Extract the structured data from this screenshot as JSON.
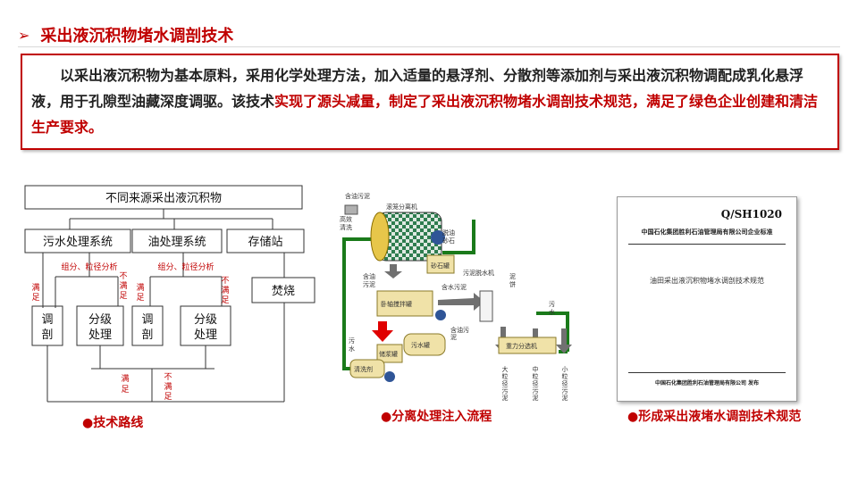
{
  "header": {
    "arrow": "➢",
    "title": "采出液沉积物堵水调剖技术"
  },
  "summary": {
    "text_plain": "以采出液沉积物为基本原料，采用化学处理方法，加入适量的悬浮剂、分散剂等添加剂与采出液沉积物调配成乳化悬浮液，用于孔隙型油藏深度调驱。该技术",
    "text_highlight": "实现了源头减量，制定了采出液沉积物堵水调剖技术规范，满足了绿色企业创建和清洁生产要求。"
  },
  "route": {
    "top_box": "不同来源采出液沉积物",
    "sys1": "污水处理系统",
    "sys2": "油处理系统",
    "sys3": "存储站",
    "analysis1": "组分、粒径分析",
    "analysis2": "组分、粒径分析",
    "satisfy": "满足",
    "not_satisfy": "不满足",
    "tiaopou1": "调剖",
    "grading1": "分级处理",
    "tiaopou2": "调剖",
    "grading2": "分级处理",
    "burn": "焚烧",
    "bottom_satisfy": "满足",
    "bottom_not_satisfy": "不满足",
    "label": "技术路线"
  },
  "flow": {
    "oily_mud": "含油污泥",
    "efficient_clean": "高效清洗",
    "drum_separator": "滚笼分离机",
    "deoil_sand": "脱油砂石",
    "sand_tank": "砂石罐",
    "oily_mud2": "含油污泥",
    "mud_dewater": "污泥脱水机",
    "water_mud": "含水污泥",
    "mud_cake": "泥饼",
    "horizontal_mixer": "卧轴搅拌罐",
    "wastewater": "污水",
    "wastewater2": "污水",
    "waste_tank": "污水罐",
    "slurry_tank": "储浆罐",
    "cleaning_agent": "清洗剂",
    "oily_mud3": "含油污泥",
    "gravity_separator": "重力分选机",
    "large_particles": "大粒径污泥",
    "medium_particles": "中粒径污泥",
    "small_particles": "小粒径污泥",
    "label": "分离处理注入流程"
  },
  "standard": {
    "code": "Q/SH1020",
    "org": "中国石化集团胜利石油管理局有限公司企业标准",
    "name": "油田采出液沉积物堵水调剖技术规范",
    "issuer": "中国石化集团胜利石油管理局有限公司 发布",
    "label": "形成采出液堵水调剖技术规范"
  },
  "colors": {
    "accent": "#c00000",
    "flow_green": "#1a7a1a",
    "box_border": "#333333"
  }
}
